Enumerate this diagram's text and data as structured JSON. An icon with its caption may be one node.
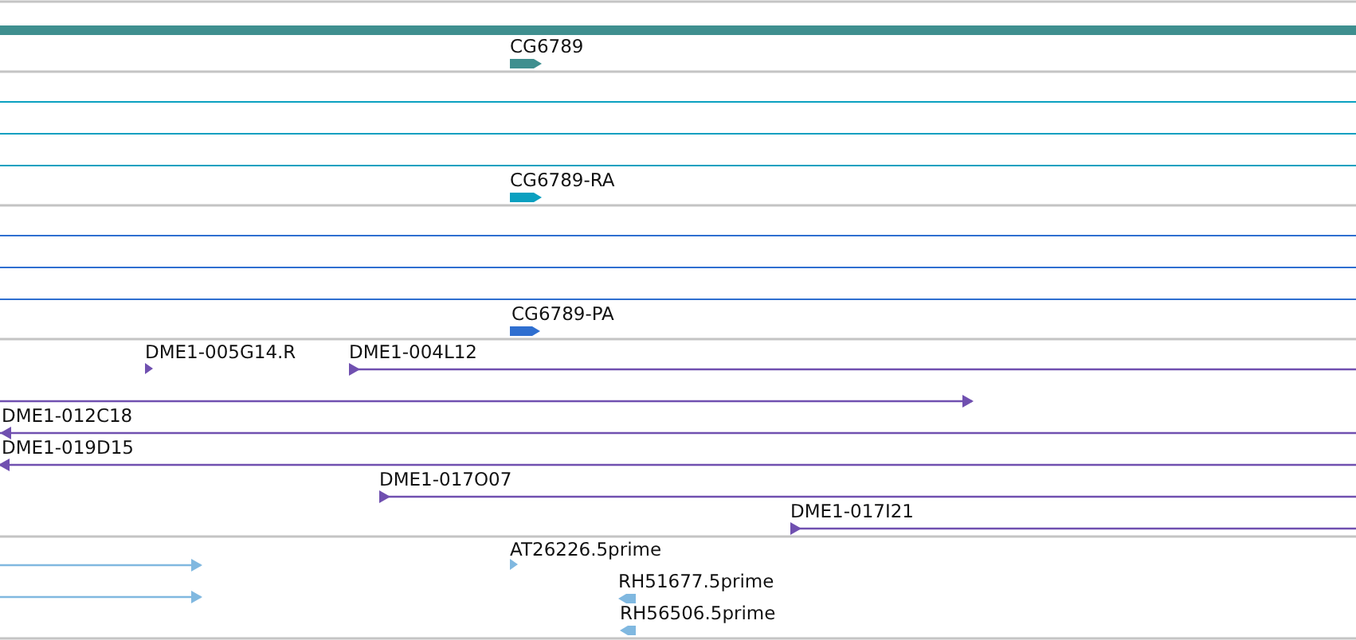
{
  "diagram": {
    "labels": [
      "CG6789",
      "CG6789-RA",
      "CG6789-PA",
      "DME1-005G14.R",
      "DME1-004L12",
      "DME1-012C18",
      "DME1-019D15",
      "DME1-017O07",
      "DME1-017I21",
      "AT26226.5prime",
      "RH51677.5prime",
      "RH56506.5prime"
    ]
  }
}
